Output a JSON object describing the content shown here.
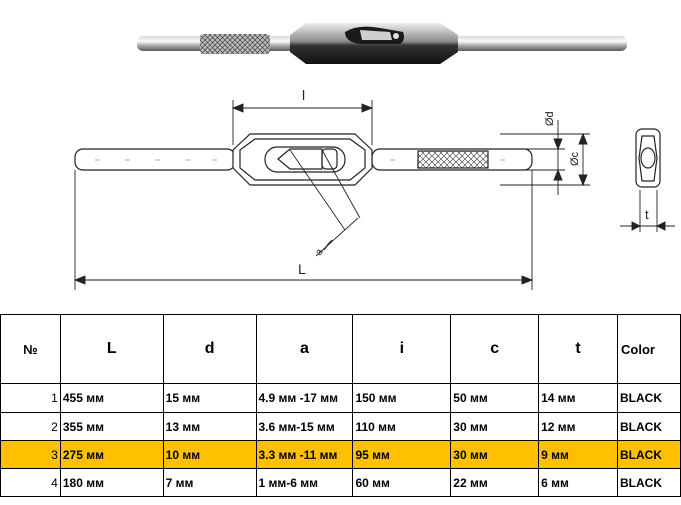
{
  "drawing": {
    "labels": {
      "l_small": "l",
      "L_big": "L",
      "d": "Ød",
      "c": "Øc",
      "a": "a",
      "t": "t"
    }
  },
  "table": {
    "headers": [
      "№",
      "L",
      "d",
      "a",
      "i",
      "c",
      "t",
      "Color"
    ],
    "rows": [
      {
        "no": "1",
        "L": "455 мм",
        "d": "15 мм",
        "a": "4.9 мм -17 мм",
        "i": "150 мм",
        "c": "50 мм",
        "t": "14 мм",
        "color": "BLACK"
      },
      {
        "no": "2",
        "L": "355 мм",
        "d": "13 мм",
        "a": "3.6 мм-15 мм",
        "i": "110 мм",
        "c": "30 мм",
        "t": "12 мм",
        "color": "BLACK"
      },
      {
        "no": "3",
        "L": "275 мм",
        "d": "10 мм",
        "a": "3.3 мм -11 мм",
        "i": "95  мм",
        "c": "30 мм",
        "t": "9 мм",
        "color": "BLACK"
      },
      {
        "no": "4",
        "L": "180 мм",
        "d": "7 мм",
        "a": "1 мм-6 мм",
        "i": "60 мм",
        "c": "22 мм",
        "t": "6 мм",
        "color": "BLACK"
      }
    ],
    "highlight_row": 3,
    "highlight_color": "#ffc000"
  }
}
